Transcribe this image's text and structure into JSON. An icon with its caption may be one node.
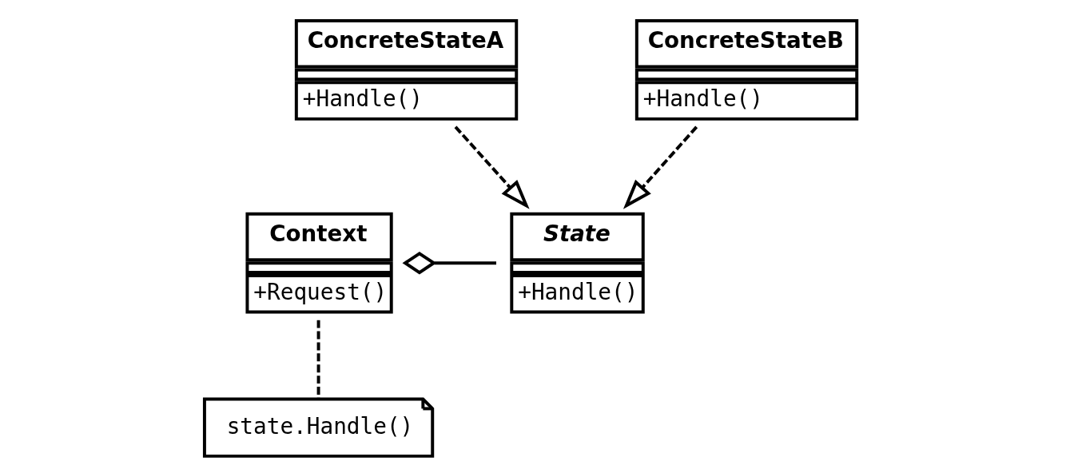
{
  "diagram": {
    "nodes": [
      {
        "text": [
          "Context",
          "+Request()"
        ]
      },
      {
        "text": [
          "State",
          "+Handle()"
        ]
      },
      {
        "text": [
          "ConcreteStateA",
          "+Handle()"
        ]
      },
      {
        "text": [
          "ConcreteStateB",
          "+Handle()"
        ]
      },
      {
        "text": [
          "state.Handle()"
        ]
      }
    ],
    "edges": [
      {
        "from": 0,
        "to": 1,
        "arrow": "other"
      },
      {
        "from": 2,
        "to": 1,
        "arrow": "to",
        "style": "dashed"
      },
      {
        "from": 3,
        "to": 1,
        "arrow": "to",
        "style": "dashed"
      },
      {
        "from": 4,
        "to": 0,
        "arrow": "none",
        "style": "dashed"
      }
    ]
  }
}
